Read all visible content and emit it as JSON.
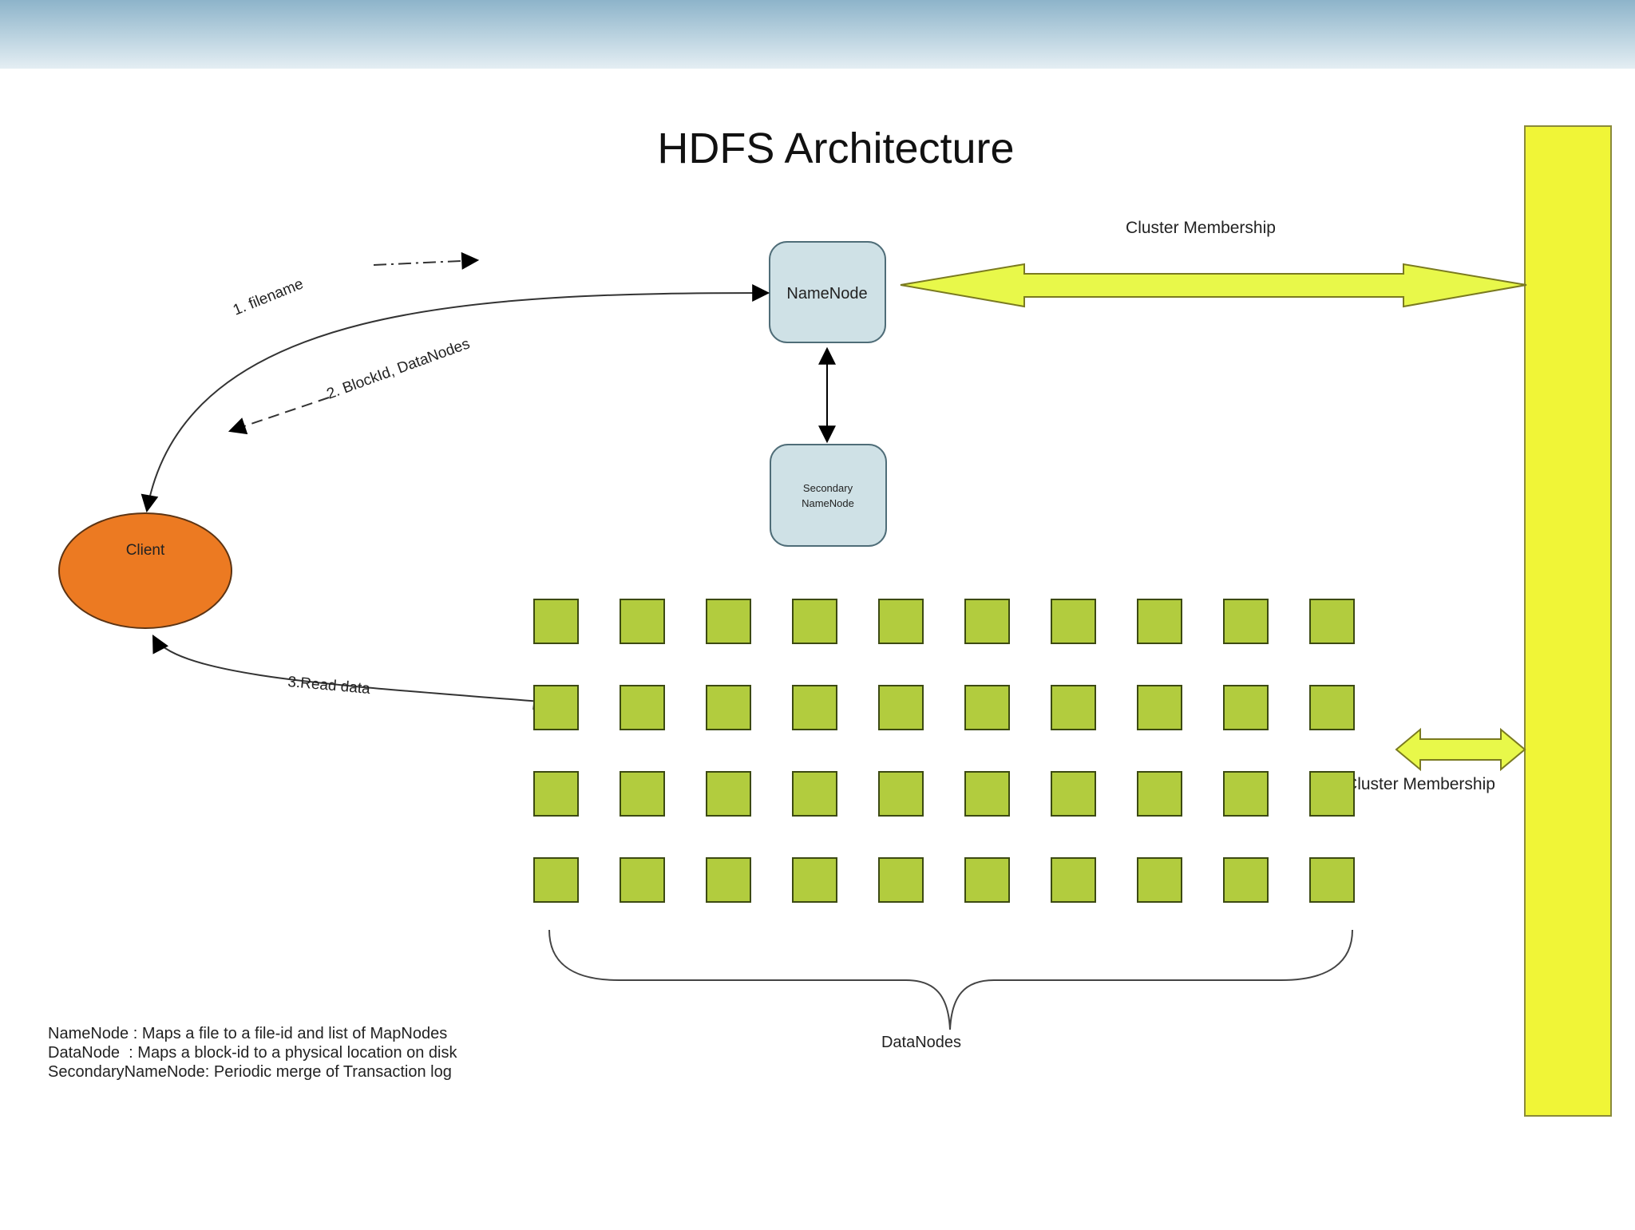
{
  "title": "HDFS Architecture",
  "nodes": {
    "namenode_label": "NameNode",
    "secondary_label_line1": "Secondary",
    "secondary_label_line2": "NameNode",
    "client_label": "Client"
  },
  "flows": {
    "step1": "1. filename",
    "step2": "2. BlockId, DataNodes",
    "step3": "3.Read data"
  },
  "cluster": {
    "membership_top": "Cluster Membership",
    "membership_side": "Cluster Membership"
  },
  "datanodes": {
    "label": "DataNodes",
    "rows": 4,
    "cols": 10
  },
  "legend": {
    "line1": "NameNode : Maps a file to a file-id and list of MapNodes",
    "line2": "DataNode  : Maps a block-id to a physical location on disk",
    "line3": "SecondaryNameNode: Periodic merge of Transaction log"
  },
  "colors": {
    "header_top": "#9fbfd1",
    "header_bottom": "#e6f0f5",
    "namenode_fill": "#cfe1e6",
    "namenode_stroke": "#4f6d78",
    "client_fill": "#ec7a22",
    "datanode_fill": "#b2cc3e",
    "datanode_stroke": "#3c4a12",
    "membership_bar": "#f0f537",
    "membership_arrow": "#e8f84a"
  }
}
